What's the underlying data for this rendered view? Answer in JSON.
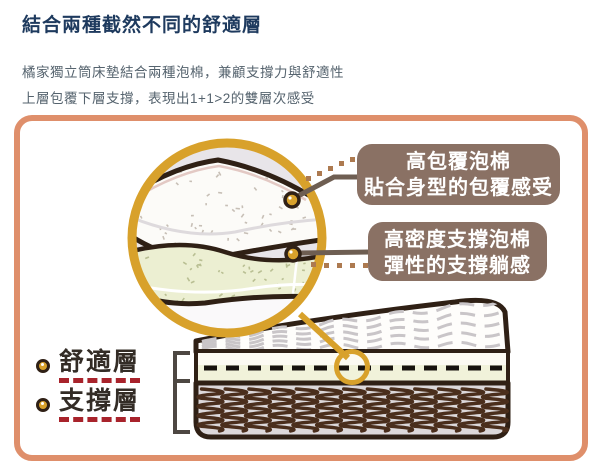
{
  "header": {
    "title": "結合兩種截然不同的舒適層",
    "subtitle_line1": "橘家獨立筒床墊結合兩種泡棉，兼顧支撐力與舒適性",
    "subtitle_line2": "上層包覆下層支撐，表現出1+1>2的雙層次感受"
  },
  "diagram": {
    "callouts": [
      {
        "line1": "高包覆泡棉",
        "line2": "貼合身型的包覆感受"
      },
      {
        "line1": "高密度支撐泡棉",
        "line2": "彈性的支撐躺感"
      }
    ],
    "layer_labels": [
      {
        "label": "舒適層"
      },
      {
        "label": "支撐層"
      }
    ],
    "colors": {
      "panel_border": "#DF8F6B",
      "callout_bg": "#8A7164",
      "lens_gold": "#D8A12B",
      "outline_dark": "#2F2015",
      "red_dash": "#A8232B",
      "title_navy": "#1E3A5E",
      "support_foam": "#ECEFD2",
      "spring_bg": "#DCD8DA"
    }
  }
}
